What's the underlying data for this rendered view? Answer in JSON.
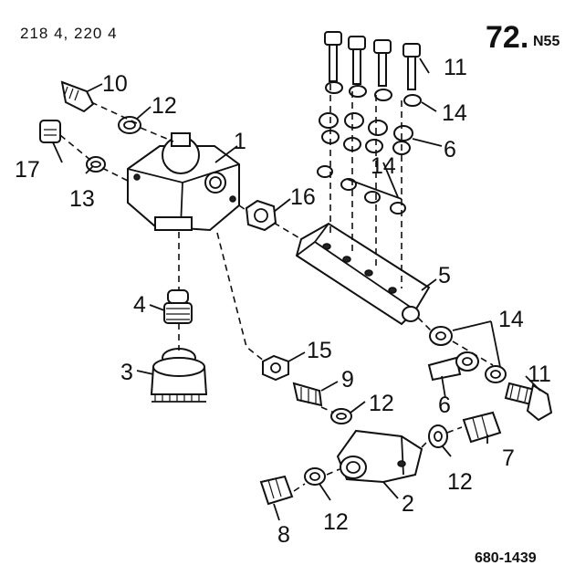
{
  "header": {
    "models": "218 4, 220 4",
    "page_number": "72.",
    "page_suffix": "N55"
  },
  "footer": {
    "reference": "680-1439"
  },
  "callouts": [
    "1",
    "2",
    "3",
    "4",
    "5",
    "6",
    "6",
    "7",
    "8",
    "9",
    "10",
    "11",
    "11",
    "12",
    "12",
    "12",
    "12",
    "13",
    "14",
    "14",
    "14",
    "15",
    "16",
    "17"
  ],
  "colors": {
    "ink": "#111111",
    "paper": "#ffffff"
  }
}
